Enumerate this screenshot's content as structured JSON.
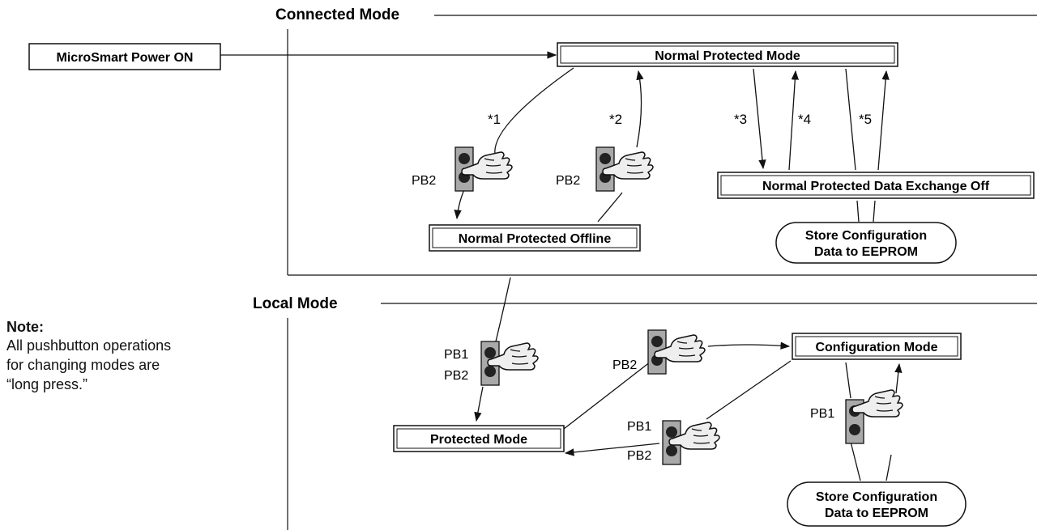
{
  "sections": {
    "connected_mode": "Connected Mode",
    "local_mode": "Local Mode"
  },
  "boxes": {
    "power_on": "MicroSmart Power ON",
    "normal_protected_mode": "Normal Protected Mode",
    "normal_protected_offline": "Normal Protected Offline",
    "normal_protected_data_exchange_off": "Normal Protected Data Exchange Off",
    "store_config_upper": [
      "Store Configuration",
      "Data to EEPROM"
    ],
    "configuration_mode": "Configuration Mode",
    "protected_mode": "Protected Mode",
    "store_config_lower": [
      "Store Configuration",
      "Data to EEPROM"
    ]
  },
  "transitions": {
    "t1": "*1",
    "t2": "*2",
    "t3": "*3",
    "t4": "*4",
    "t5": "*5"
  },
  "buttons": {
    "pb1": "PB1",
    "pb2": "PB2"
  },
  "note": {
    "title": "Note:",
    "lines": [
      "All pushbutton operations",
      "for changing modes are",
      "“long press.”"
    ]
  }
}
